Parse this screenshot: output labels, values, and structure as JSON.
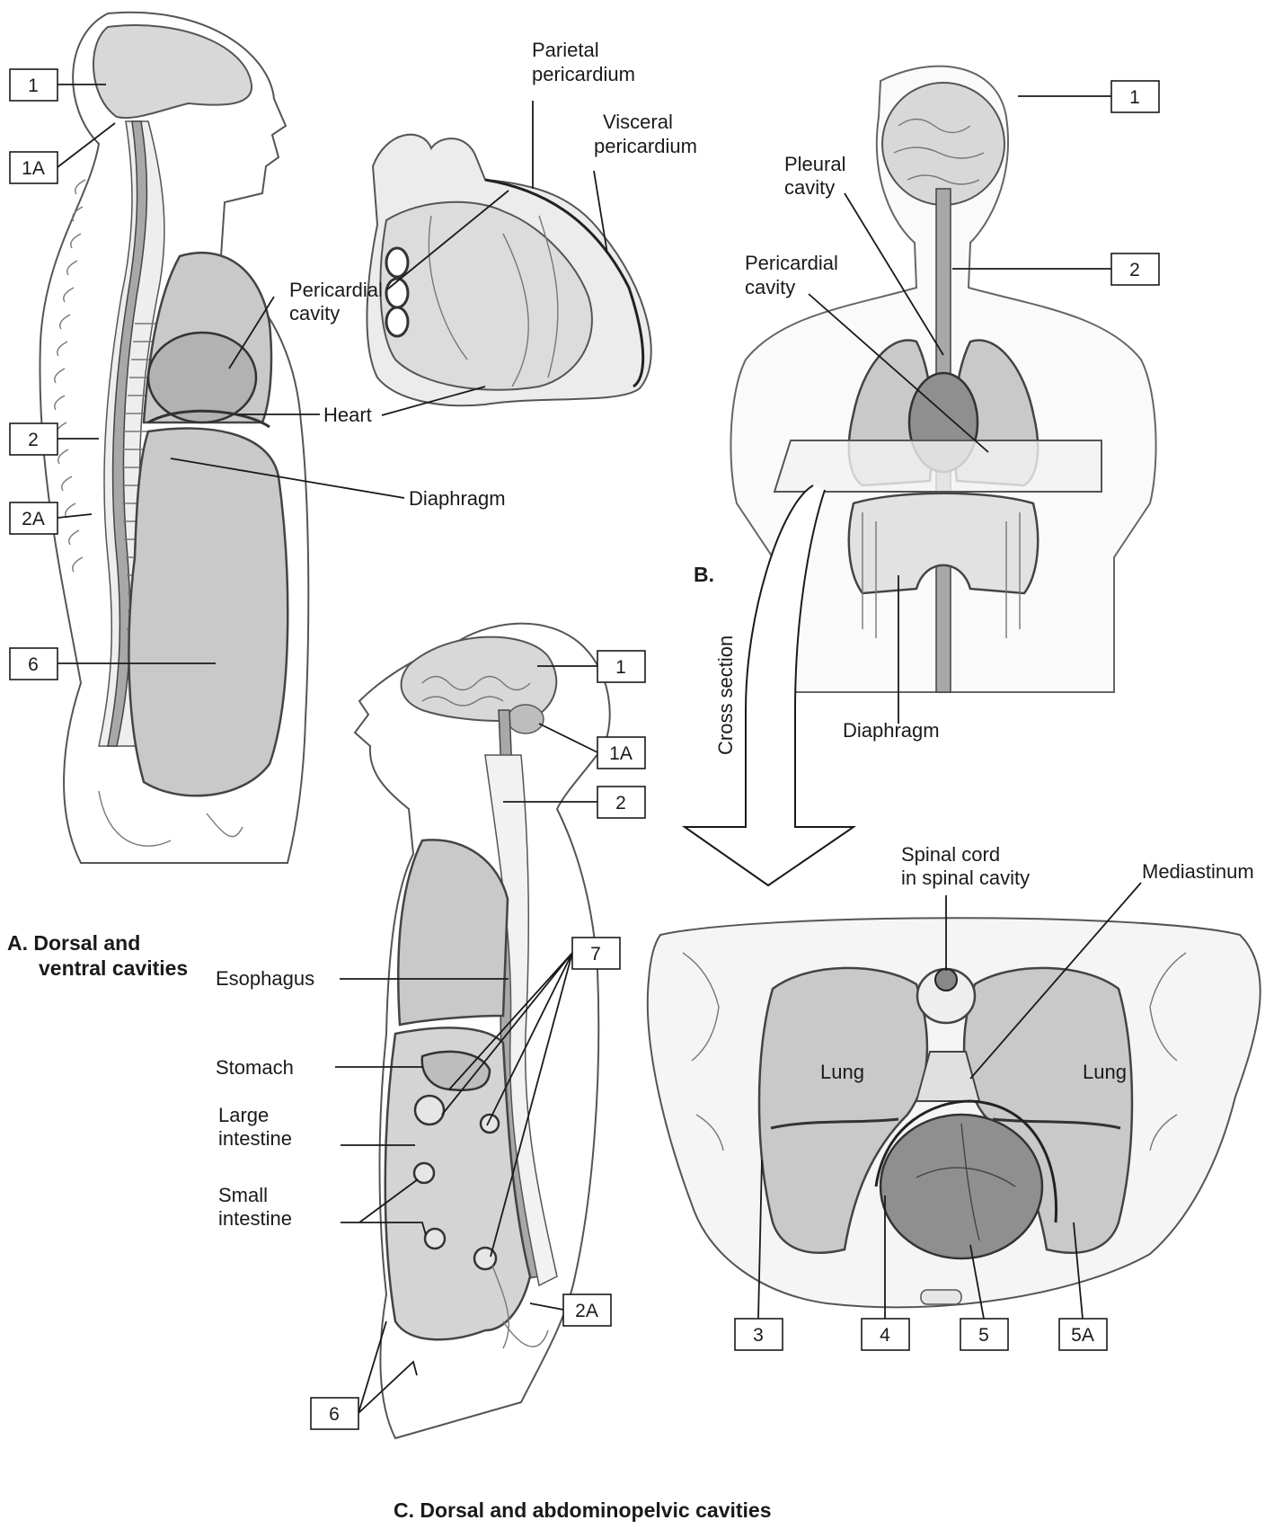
{
  "labels": {
    "parietal_pericardium": [
      "Parietal",
      "pericardium"
    ],
    "visceral_pericardium": [
      "Visceral",
      "pericardium"
    ],
    "pericardial_cavity_a": [
      "Pericardial",
      "cavity"
    ],
    "heart": "Heart",
    "diaphragm_a": "Diaphragm",
    "pleural_cavity": [
      "Pleural",
      "cavity"
    ],
    "pericardial_cavity_b": [
      "Pericardial",
      "cavity"
    ],
    "diaphragm_b": "Diaphragm",
    "cross_section": "Cross section",
    "spinal_cord": [
      "Spinal cord",
      "in spinal cavity"
    ],
    "mediastinum": "Mediastinum",
    "lung_left": "Lung",
    "lung_right": "Lung",
    "esophagus": "Esophagus",
    "stomach": "Stomach",
    "large_intestine": [
      "Large",
      "intestine"
    ],
    "small_intestine": [
      "Small",
      "intestine"
    ]
  },
  "captions": {
    "a": [
      "A. Dorsal and",
      "ventral cavities"
    ],
    "b": "B.",
    "c": "C. Dorsal and abdominopelvic cavities"
  },
  "boxes": {
    "a_1": "1",
    "a_1a": "1A",
    "a_2": "2",
    "a_2a": "2A",
    "a_6": "6",
    "b_1": "1",
    "b_2": "2",
    "c_1": "1",
    "c_1a": "1A",
    "c_2": "2",
    "c_7": "7",
    "c_2a": "2A",
    "c_6": "6",
    "x_3": "3",
    "x_4": "4",
    "x_5": "5",
    "x_5a": "5A"
  }
}
